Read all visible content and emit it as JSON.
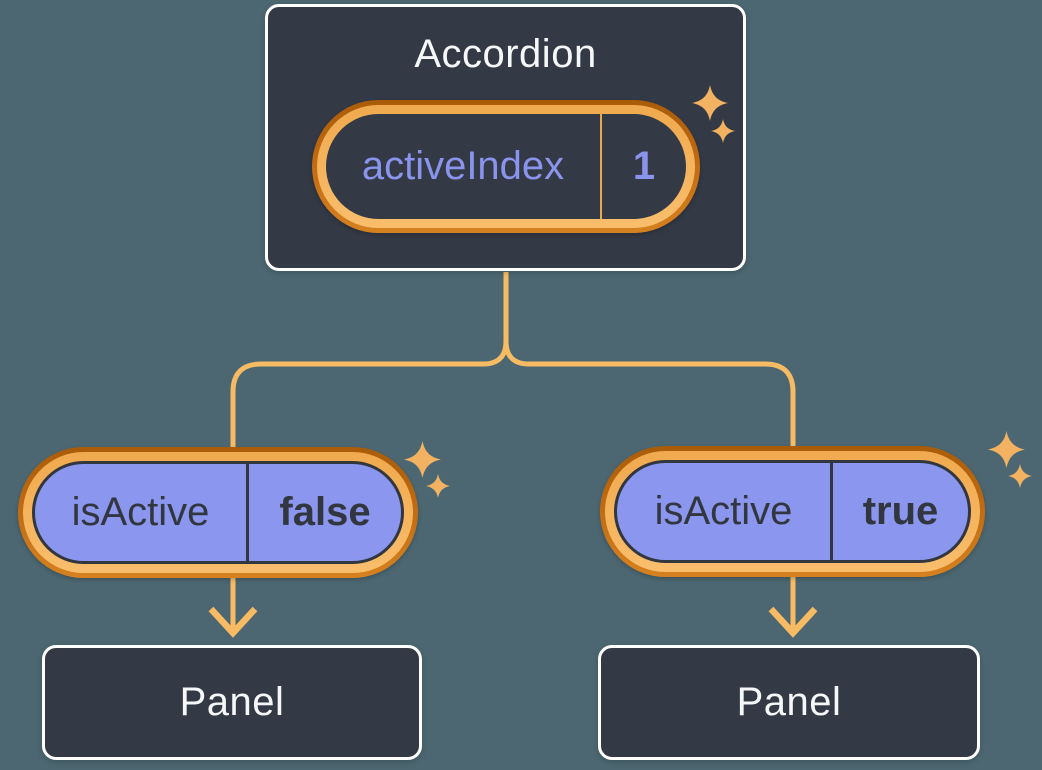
{
  "diagram": {
    "accordion": {
      "title": "Accordion",
      "state": {
        "label": "activeIndex",
        "value": "1"
      }
    },
    "children": [
      {
        "pill": {
          "label": "isActive",
          "value": "false"
        },
        "panel": {
          "title": "Panel"
        }
      },
      {
        "pill": {
          "label": "isActive",
          "value": "true"
        },
        "panel": {
          "title": "Panel"
        }
      }
    ],
    "colors": {
      "background": "#4C6771",
      "card_fill": "#333945",
      "card_border": "#FFFFFF",
      "title_text": "#F6F7F9",
      "connector_gold": "#F7BB63",
      "ring_outer_orange": "#C06A12",
      "ring_inner_gold": "#F5B35C",
      "pill_purple_fill": "#8B96EE",
      "purple_text": "#8A94EC",
      "dark_text": "#31363F",
      "sparkle_gold": "#F2B261"
    }
  }
}
